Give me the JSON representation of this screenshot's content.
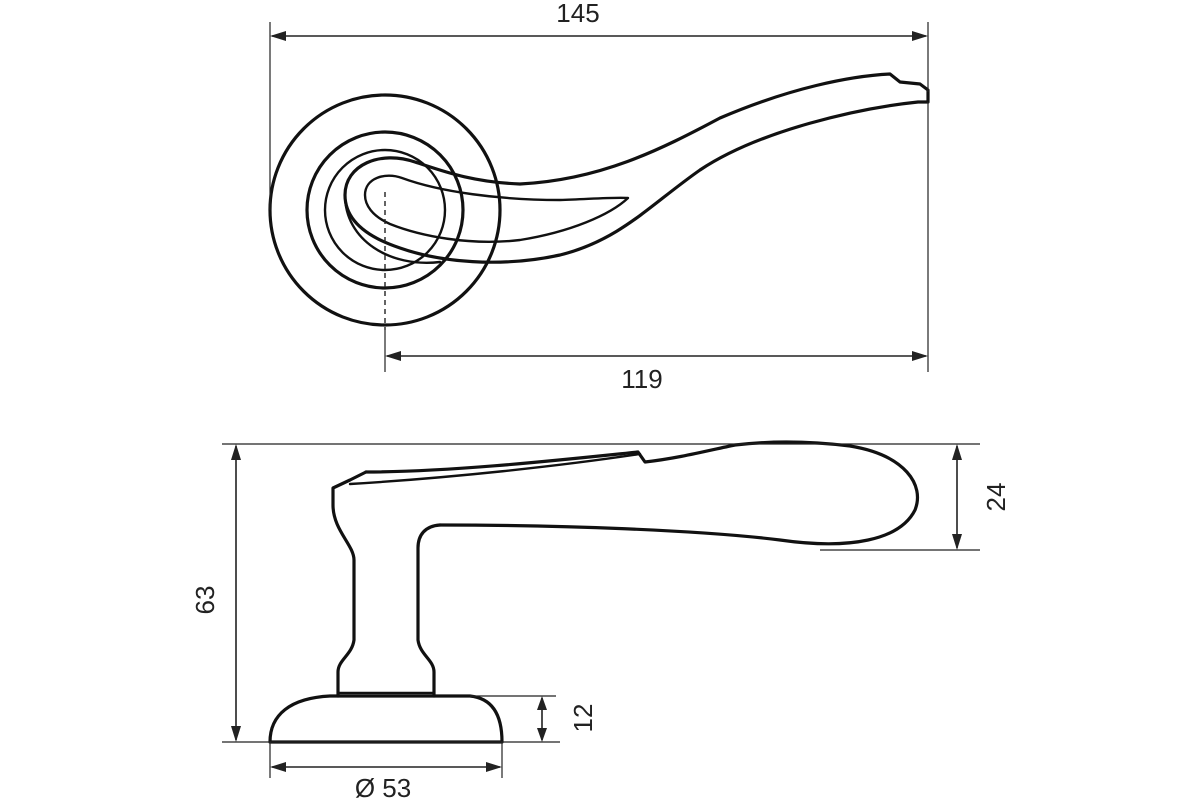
{
  "dimensions": {
    "top_overall_length": "145",
    "top_lever_length": "119",
    "side_overall_height": "63",
    "side_lever_thickness": "24",
    "side_rose_height": "12",
    "side_rose_diameter": "Ø 53"
  },
  "colors": {
    "line": "#111111",
    "background": "#ffffff"
  }
}
